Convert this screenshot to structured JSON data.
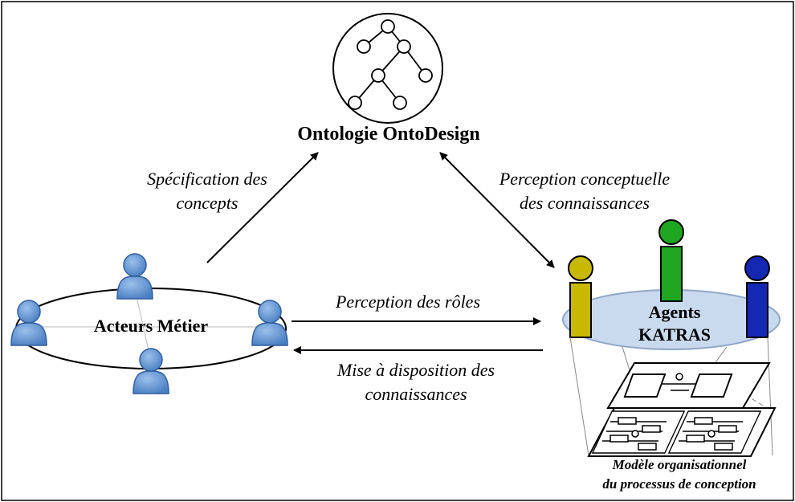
{
  "ontology": {
    "title": "Ontologie OntoDesign"
  },
  "actors": {
    "label": "Acteurs Métier"
  },
  "agents": {
    "line1": "Agents",
    "line2": "KATRAS"
  },
  "org_model": {
    "line1": "Modèle organisationnel",
    "line2": "du processus de conception"
  },
  "arrows": {
    "spec_line1": "Spécification des",
    "spec_line2": "concepts",
    "concept_line1": "Perception conceptuelle",
    "concept_line2": "des connaissances",
    "roles": "Perception des rôles",
    "dispo_line1": "Mise à disposition des",
    "dispo_line2": "connaissances"
  },
  "colors": {
    "person_fill": "#5b8fd0",
    "person_stroke": "#2f5e9e",
    "agent_yellow": "#c9b800",
    "agent_green": "#1fa51f",
    "agent_blue": "#1428b4",
    "agent_ellipse": "#c9d9ee"
  }
}
